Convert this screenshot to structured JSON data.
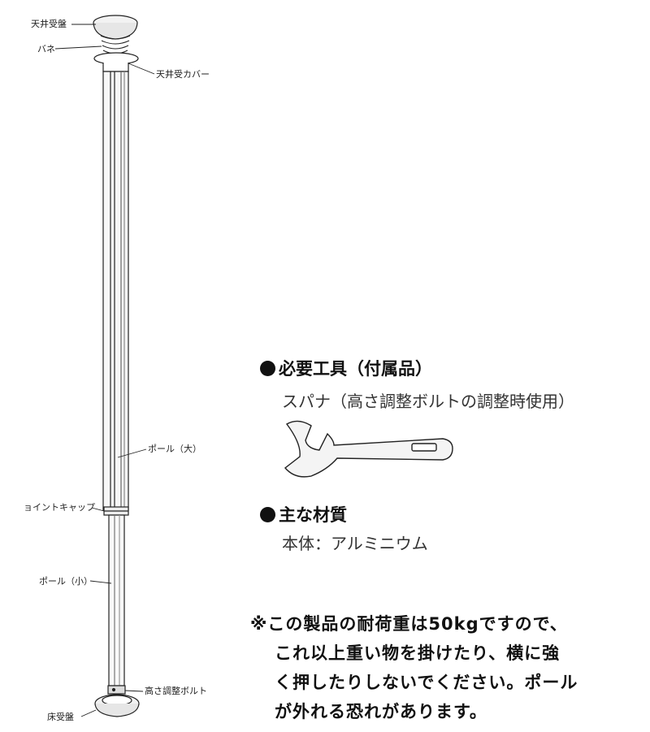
{
  "parts": {
    "ceiling_receiver": "天井受盤",
    "spring": "バネ",
    "ceiling_cover": "天井受カバー",
    "pole_large": "ポール（大）",
    "joint_cap": "ョイントキャップ",
    "pole_small": "ポール（小）",
    "height_bolt": "高さ調整ボルト",
    "floor_receiver": "床受盤"
  },
  "tools": {
    "heading": "必要工具（付属品）",
    "item": "スパナ（高さ調整ボルトの調整時使用）"
  },
  "material": {
    "heading": "主な材質",
    "item": "本体：アルミニウム"
  },
  "warning": {
    "lines": [
      "※この製品の耐荷重は50kgですので、",
      "これ以上重い物を掛けたり、横に強",
      "く押したりしないでください。ポール",
      "が外れる恐れがあります。"
    ]
  },
  "icons": {
    "pole": "tension-pole-icon",
    "wrench": "wrench-icon"
  }
}
